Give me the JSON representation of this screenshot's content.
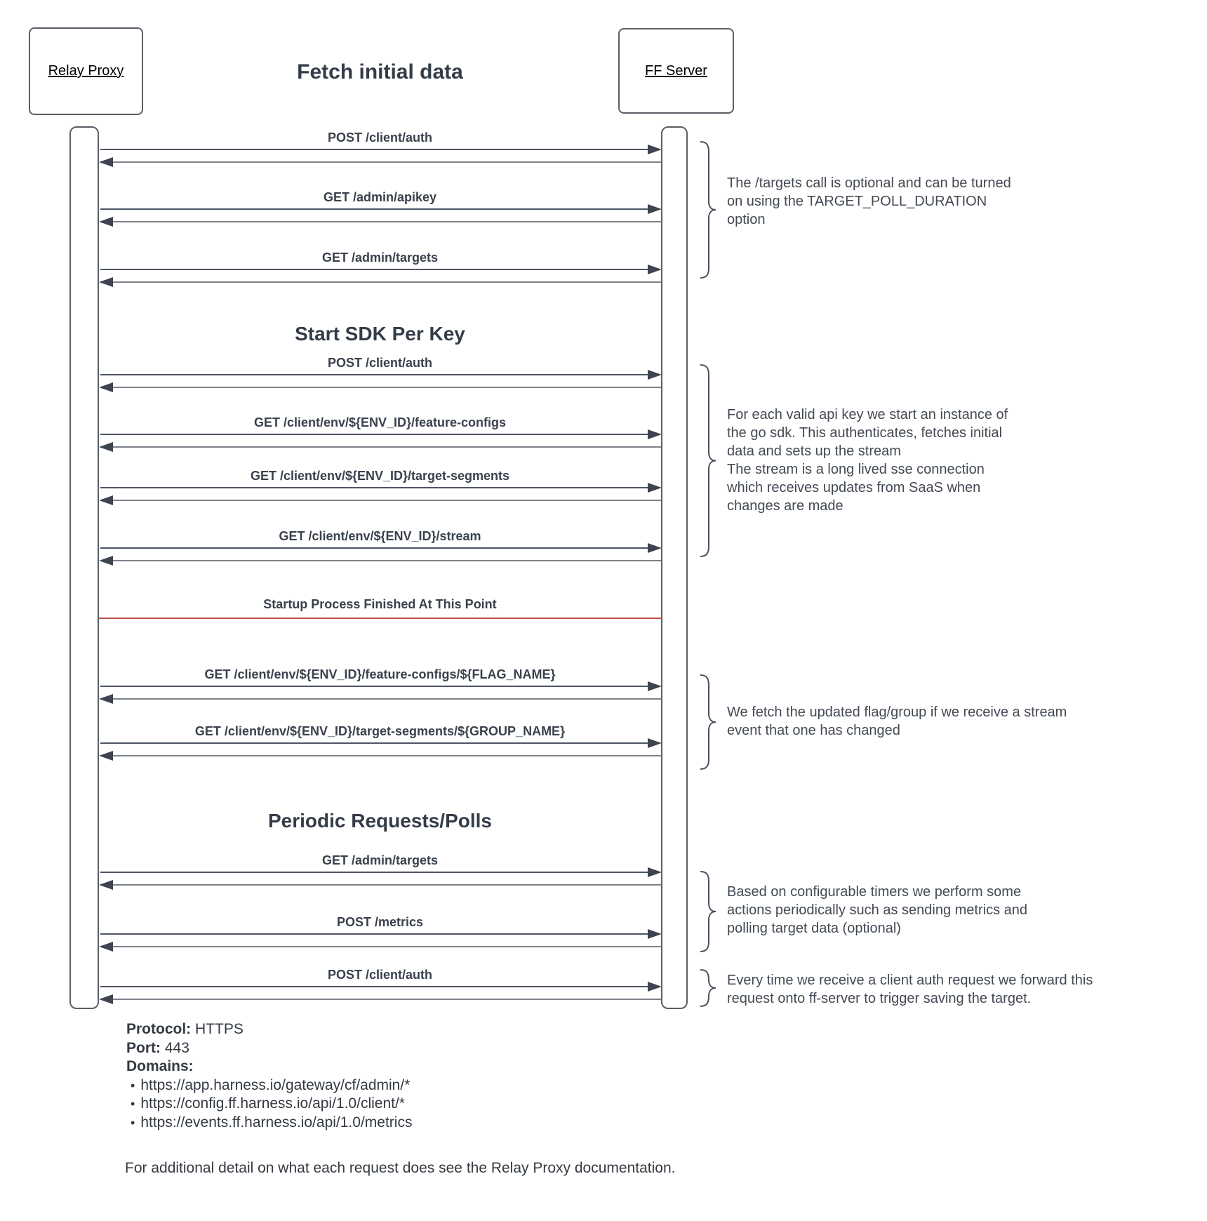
{
  "title": "Fetch initial data",
  "actors": {
    "left": "Relay Proxy",
    "right": "FF Server"
  },
  "section_headings": {
    "start_sdk": "Start SDK Per Key",
    "periodic": "Periodic Requests/Polls"
  },
  "messages": [
    "POST /client/auth",
    "GET /admin/apikey",
    "GET /admin/targets",
    "POST /client/auth",
    "GET /client/env/${ENV_ID}/feature-configs",
    "GET /client/env/${ENV_ID}/target-segments",
    "GET /client/env/${ENV_ID}/stream",
    "GET /client/env/${ENV_ID}/feature-configs/${FLAG_NAME}",
    "GET /client/env/${ENV_ID}/target-segments/${GROUP_NAME}",
    "GET /admin/targets",
    "POST /metrics",
    "POST /client/auth"
  ],
  "separator": {
    "label": "Startup Process Finished At This Point",
    "color": "#c0504d"
  },
  "annotations": [
    "The /targets call is optional and can be turned\non using the TARGET_POLL_DURATION\noption",
    "For each valid api key we start an instance of\nthe go sdk. This authenticates, fetches initial\ndata and sets up the stream\nThe stream is a long lived sse connection\nwhich receives updates from SaaS when\nchanges are made",
    "We fetch the updated flag/group if we receive a stream\nevent that one has changed",
    "Based on configurable timers we perform some\nactions periodically such as sending metrics and\npolling target data (optional)",
    "Every time we receive a client auth request we forward this\nrequest onto ff-server to trigger saving the target."
  ],
  "connection_info": {
    "protocol_label": "Protocol:",
    "protocol_value": "HTTPS",
    "port_label": "Port:",
    "port_value": "443",
    "domains_label": "Domains:",
    "domains": [
      "https://app.harness.io/gateway/cf/admin/*",
      "https://config.ff.harness.io/api/1.0/client/*",
      "https://events.ff.harness.io/api/1.0/metrics"
    ]
  },
  "footer": "For additional detail on what each request does see the Relay Proxy documentation.",
  "colors": {
    "out_arrow": "#4d5563",
    "return_arrow": "#7d828a",
    "arrow_head": "#3d4450",
    "brace": "#4a5160",
    "separator": "#c0504d",
    "text": "#39414d"
  }
}
